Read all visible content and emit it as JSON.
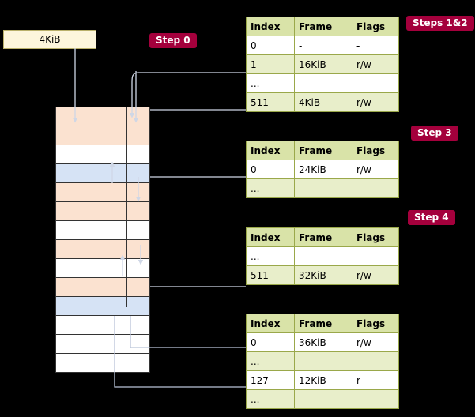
{
  "labels": {
    "steps12": "Steps 1&2",
    "step0": "Step 0",
    "step3": "Step 3",
    "step4": "Step 4"
  },
  "va_box": {
    "text": "4KiB"
  },
  "tables": [
    {
      "name": "table-steps12",
      "headers": [
        "Index",
        "Frame",
        "Flags"
      ],
      "rows": [
        [
          "0",
          "-",
          "-"
        ],
        [
          "1",
          "16KiB",
          "r/w"
        ],
        [
          "...",
          "",
          ""
        ],
        [
          "511",
          "4KiB",
          "r/w"
        ]
      ]
    },
    {
      "name": "table-step3",
      "headers": [
        "Index",
        "Frame",
        "Flags"
      ],
      "rows": [
        [
          "0",
          "24KiB",
          "r/w"
        ],
        [
          "...",
          "",
          ""
        ]
      ]
    },
    {
      "name": "table-step4",
      "headers": [
        "Index",
        "Frame",
        "Flags"
      ],
      "rows": [
        [
          "...",
          "",
          ""
        ],
        [
          "511",
          "32KiB",
          "r/w"
        ]
      ]
    },
    {
      "name": "table-bottom",
      "headers": [
        "Index",
        "Frame",
        "Flags"
      ],
      "rows": [
        [
          "0",
          "36KiB",
          "r/w"
        ],
        [
          "...",
          "",
          ""
        ],
        [
          "127",
          "12KiB",
          "r"
        ],
        [
          "...",
          "",
          ""
        ]
      ]
    }
  ],
  "memory_column": {
    "cells": [
      "peach",
      "peach",
      "white",
      "blue",
      "peach",
      "peach",
      "white",
      "peach",
      "white",
      "peach",
      "blue",
      "white",
      "white",
      "white"
    ]
  },
  "colors": {
    "pill_bg": "#a4003c",
    "pill_text": "#ffffff",
    "table_header_bg": "#d9e3a8",
    "table_alt_bg": "#e8eeca",
    "table_border": "#9aa84a",
    "va_box_bg": "#fdf6dc",
    "mem_peach": "#fbe2d0",
    "mem_blue": "#d6e3f5",
    "arrow": "#cfd7e6"
  }
}
